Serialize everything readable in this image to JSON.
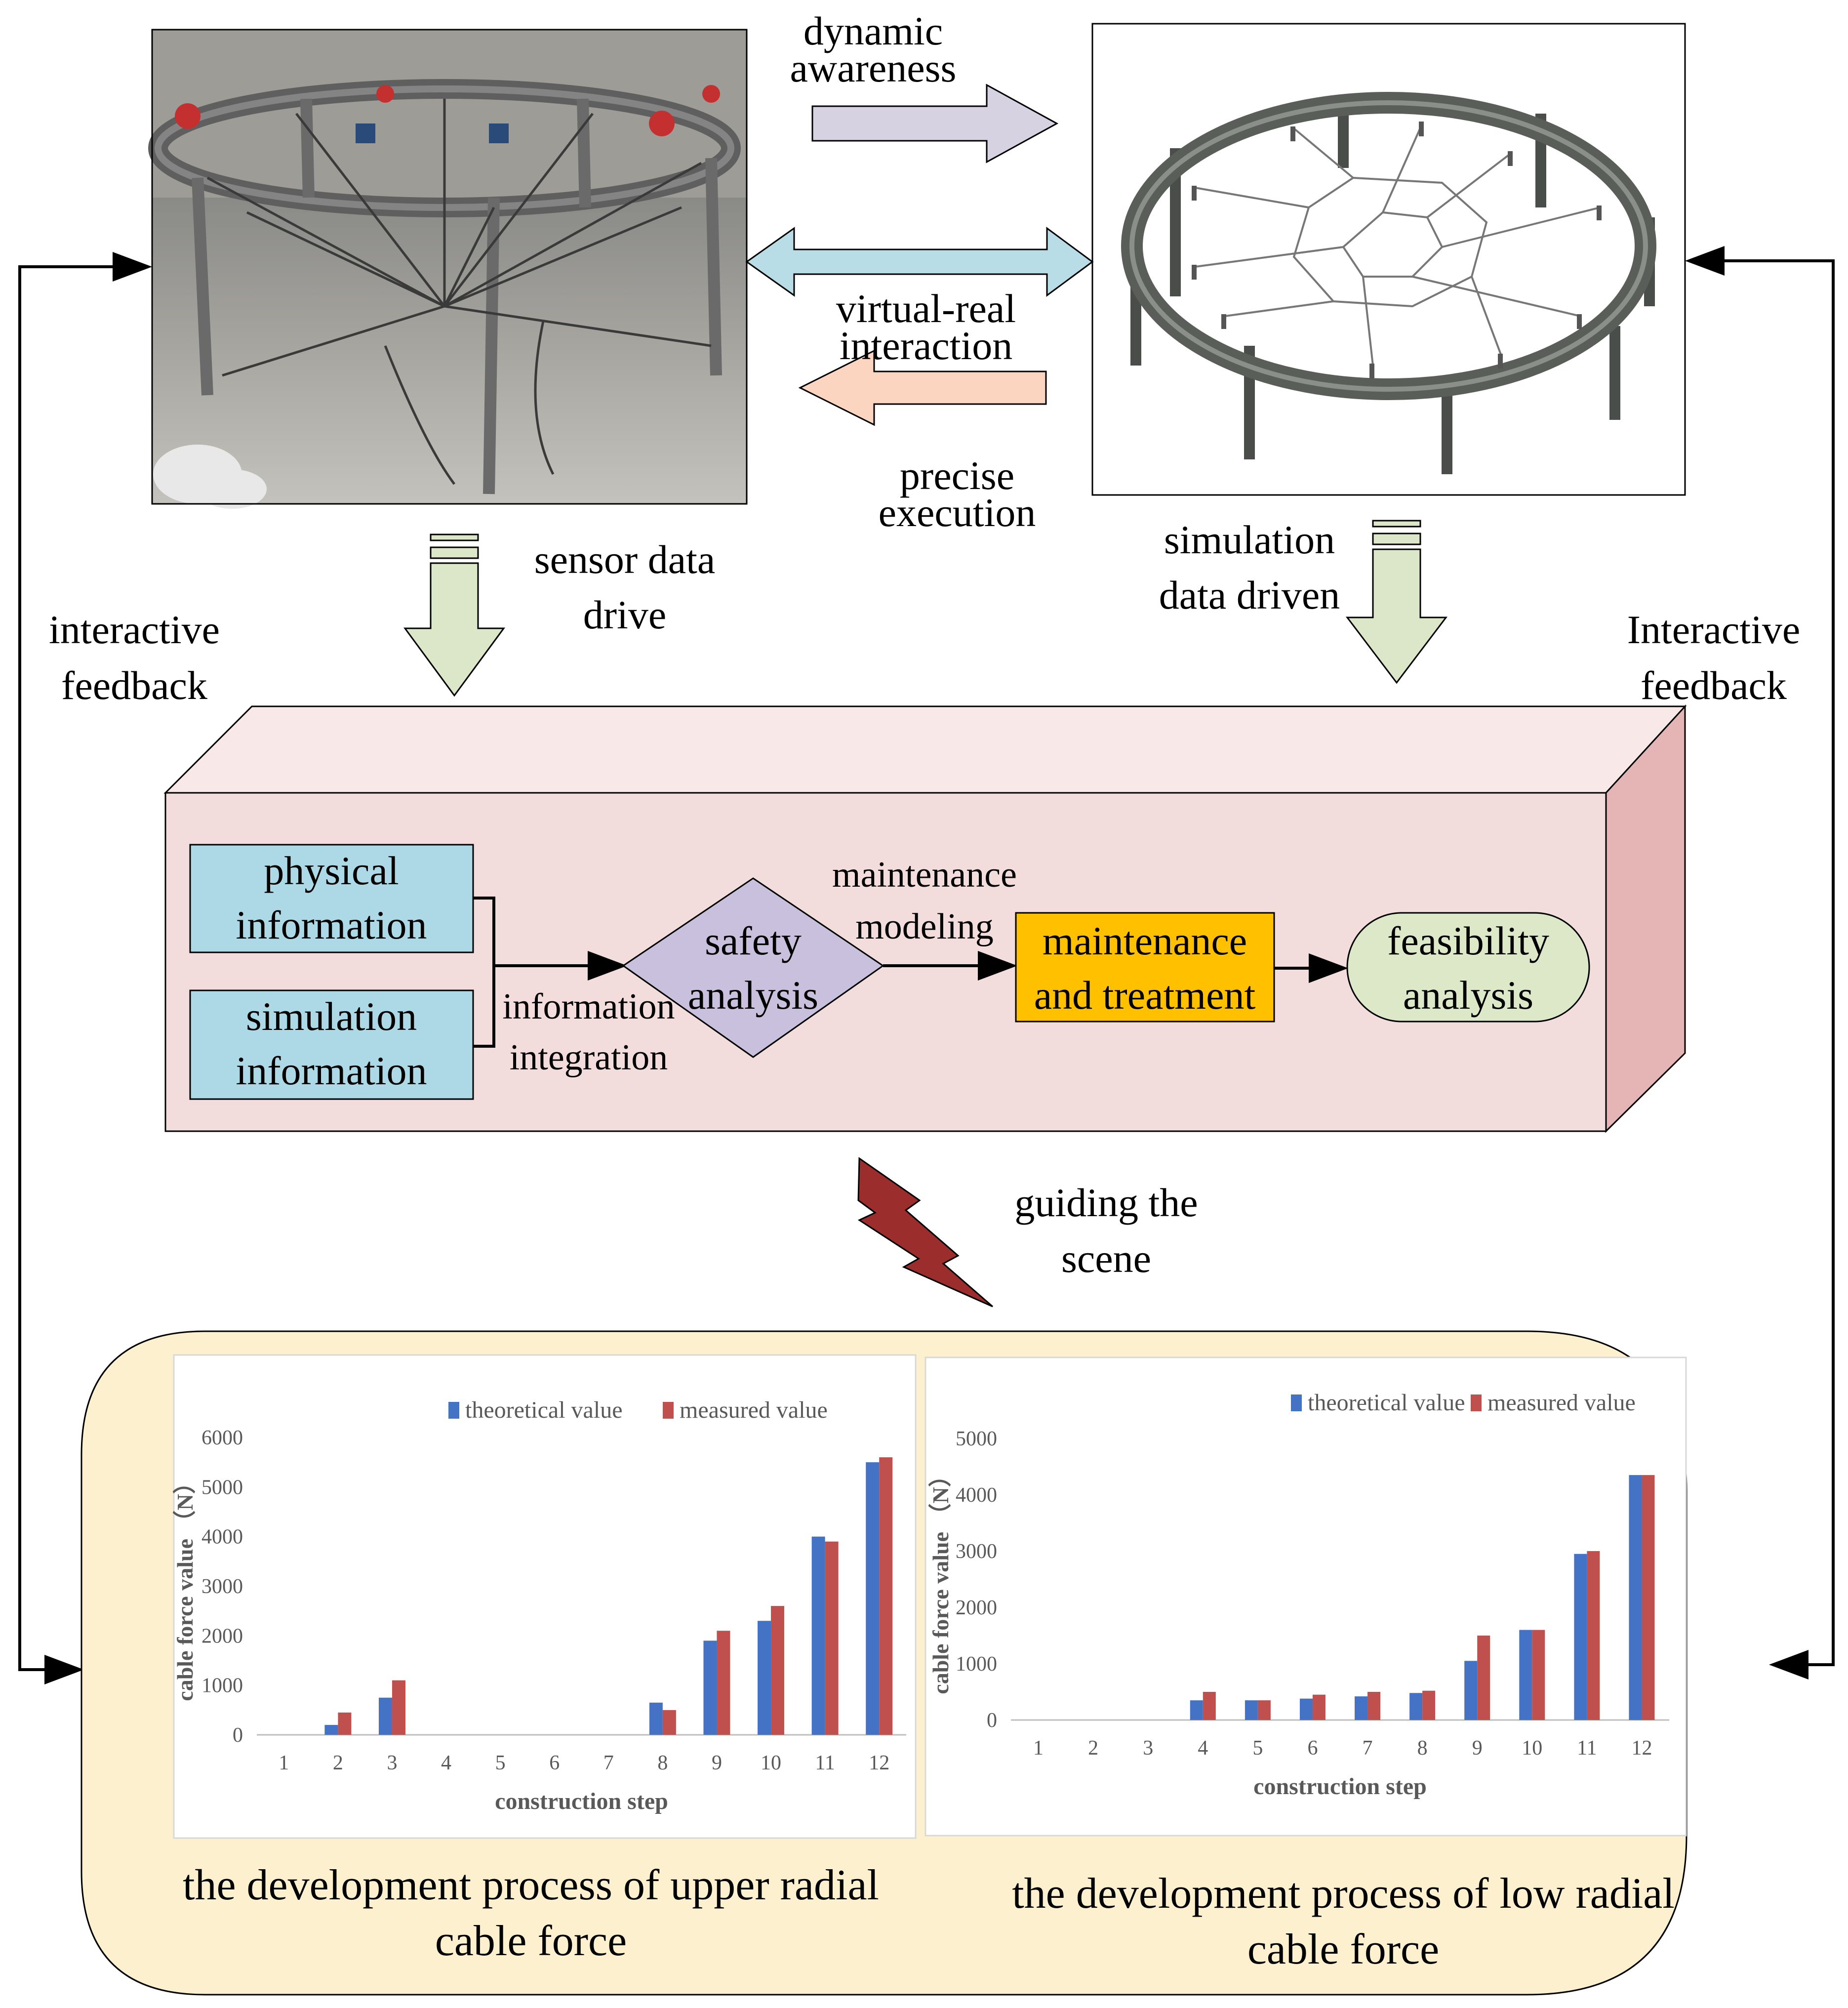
{
  "top": {
    "dynamic_awareness": [
      "dynamic",
      "awareness"
    ],
    "virtual_real": [
      "virtual-real",
      "interaction"
    ],
    "precise_execution": [
      "precise",
      "execution"
    ],
    "sensor_data": [
      "sensor data",
      "drive"
    ],
    "simulation_data": [
      "simulation",
      "data driven"
    ],
    "interactive_feedback_left": [
      "interactive",
      "feedback"
    ],
    "interactive_feedback_right": [
      "Interactive",
      "feedback"
    ]
  },
  "process": {
    "physical": [
      "physical",
      "information"
    ],
    "simulation": [
      "simulation",
      "information"
    ],
    "integration": [
      "information",
      "integration"
    ],
    "safety": [
      "safety",
      "analysis"
    ],
    "modeling": [
      "maintenance",
      "modeling"
    ],
    "maintenance": [
      "maintenance",
      "and treatment"
    ],
    "feasibility": [
      "feasibility",
      "analysis"
    ]
  },
  "guide": [
    "guiding the",
    "scene"
  ],
  "captions": {
    "upper": [
      "the development process of upper radial",
      "cable force"
    ],
    "lower": [
      "the development process of low radial",
      "cable force"
    ]
  },
  "colors": {
    "info_box": "#ADD8E6",
    "diamond": "#C8C0DC",
    "maintenance_box": "#FFC000",
    "feasibility_box": "#DDE8C8",
    "panel_front": "#F2DDDC",
    "panel_top": "#F8E8E7",
    "panel_side": "#E4B5B4",
    "bottom_panel": "#FCF0CF",
    "theoretical": "#4472C4",
    "measured": "#C0504D",
    "down_arrow": "#DCE6C8",
    "lightning": "#9B2D2D"
  },
  "chart_data": [
    {
      "type": "bar",
      "title": "",
      "xlabel": "construction step",
      "ylabel": "cable force value （N）",
      "ylim": [
        0,
        6000
      ],
      "yticks": [
        0,
        1000,
        2000,
        3000,
        4000,
        5000,
        6000
      ],
      "legend": "top",
      "categories": [
        "1",
        "2",
        "3",
        "4",
        "5",
        "6",
        "7",
        "8",
        "9",
        "10",
        "11",
        "12"
      ],
      "series": [
        {
          "name": "theoretical value",
          "values": [
            0,
            200,
            750,
            0,
            0,
            0,
            0,
            650,
            1900,
            2300,
            4000,
            5500
          ]
        },
        {
          "name": "measured value",
          "values": [
            0,
            450,
            1100,
            0,
            0,
            0,
            0,
            500,
            2100,
            2600,
            3900,
            5600
          ]
        }
      ]
    },
    {
      "type": "bar",
      "title": "",
      "xlabel": "construction step",
      "ylabel": "cable force value （N）",
      "ylim": [
        0,
        5000
      ],
      "yticks": [
        0,
        1000,
        2000,
        3000,
        4000,
        5000
      ],
      "legend": "top-right",
      "categories": [
        "1",
        "2",
        "3",
        "4",
        "5",
        "6",
        "7",
        "8",
        "9",
        "10",
        "11",
        "12"
      ],
      "series": [
        {
          "name": "theoretical value",
          "values": [
            0,
            0,
            0,
            350,
            350,
            380,
            420,
            480,
            1050,
            1600,
            2950,
            4350
          ]
        },
        {
          "name": "measured value",
          "values": [
            0,
            0,
            0,
            500,
            350,
            450,
            500,
            520,
            1500,
            1600,
            3000,
            4350
          ]
        }
      ]
    }
  ]
}
